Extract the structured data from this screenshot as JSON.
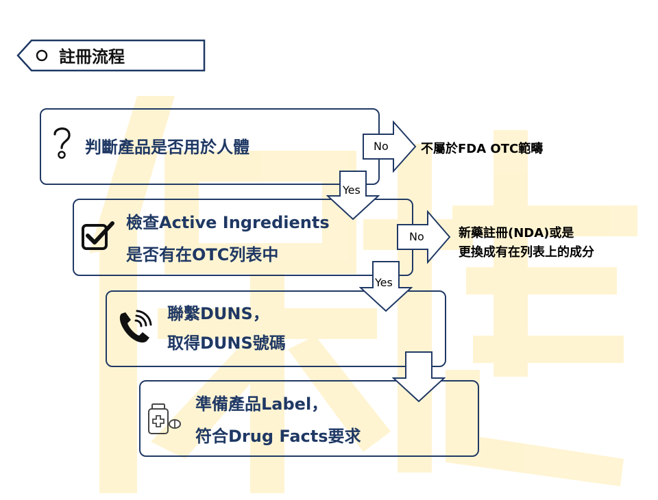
{
  "title": "註冊流程",
  "colors": {
    "navy": "#1f3864",
    "watermark": "#ffd54f"
  },
  "watermark_text": "保捷",
  "steps": [
    {
      "id": "step1",
      "icon": "question-icon",
      "lines": [
        "判斷產品是否用於人體"
      ]
    },
    {
      "id": "step2",
      "icon": "checkbox-icon",
      "lines": [
        "檢查Active Ingredients",
        "是否有在OTC列表中"
      ]
    },
    {
      "id": "step3",
      "icon": "phone-icon",
      "lines": [
        "聯繫DUNS，",
        "取得DUNS號碼"
      ]
    },
    {
      "id": "step4",
      "icon": "medicine-bottle-icon",
      "lines": [
        "準備產品Label，",
        "符合Drug Facts要求"
      ]
    }
  ],
  "no_branches": [
    {
      "label": "No",
      "result_lines": [
        "不屬於FDA OTC範疇"
      ]
    },
    {
      "label": "No",
      "result_lines": [
        "新藥註冊(NDA)或是",
        "更換成有在列表上的成分"
      ]
    }
  ],
  "yes_labels": [
    "Yes",
    "Yes"
  ]
}
